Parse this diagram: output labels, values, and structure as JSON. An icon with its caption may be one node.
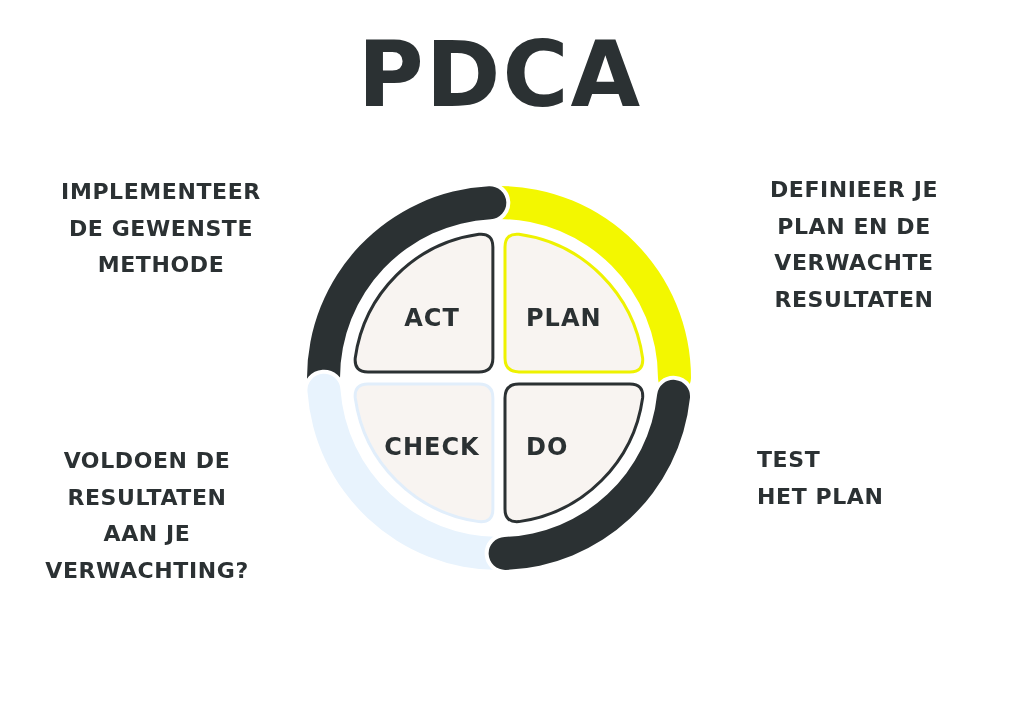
{
  "diagram": {
    "title": "PDCA",
    "nodes": [
      {
        "text": [
          "ACT"
        ]
      },
      {
        "text": [
          "PLAN"
        ]
      },
      {
        "text": [
          "CHECK"
        ]
      },
      {
        "text": [
          "DO"
        ]
      }
    ],
    "labels": [
      "IMPLEMENTEER DE GEWENSTE METHODE",
      "DEFINIEER JE PLAN EN DE VERWACHTE RESULTATEN",
      "VOLDOEN DE RESULTATEN AAN JE VERWACHTING?",
      "TEST HET PLAN"
    ]
  }
}
